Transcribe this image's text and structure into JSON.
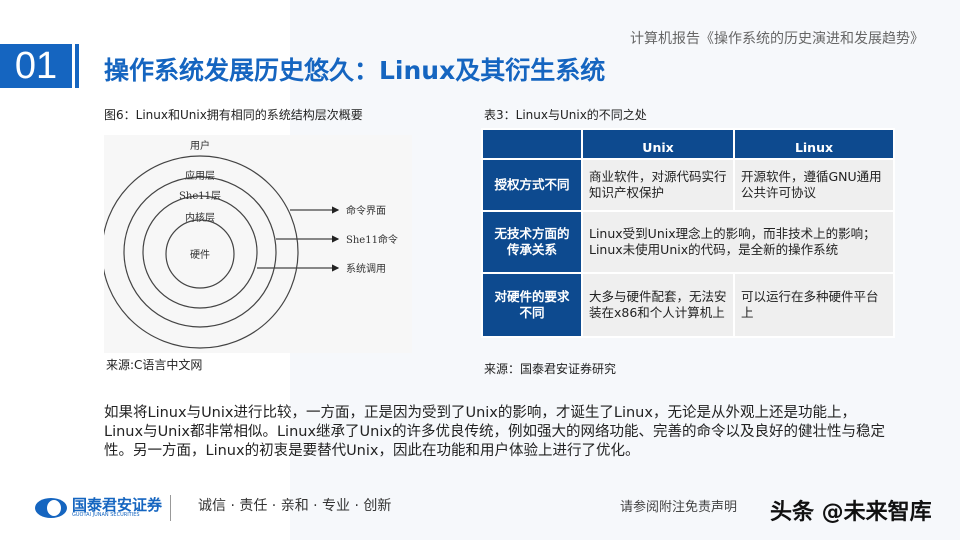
{
  "header": {
    "section_number": "01",
    "title": "操作系统发展历史悠久：Linux及其衍生系统",
    "report_name": "计算机报告《操作系统的历史演进和发展趋势》"
  },
  "figure": {
    "caption": "图6：Linux和Unix拥有相同的系统结构层次概要",
    "layers": [
      "用户",
      "应用层",
      "She11层",
      "内核层",
      "硬件"
    ],
    "interfaces": [
      "命令界面",
      "She11命令",
      "系统调用"
    ],
    "source": "来源:C语言中文网"
  },
  "table": {
    "caption": "表3：Linux与Unix的不同之处",
    "headers": [
      "",
      "Unix",
      "Linux"
    ],
    "rows": [
      {
        "label": "授权方式不同",
        "unix": "商业软件，对源代码实行知识产权保护",
        "linux": "开源软件，遵循GNU通用公共许可协议"
      },
      {
        "label": "无技术方面的传承关系",
        "merged": "Linux受到Unix理念上的影响，而非技术上的影响；Linux未使用Unix的代码，是全新的操作系统"
      },
      {
        "label": "对硬件的要求不同",
        "unix": "大多与硬件配套，无法安装在x86和个人计算机上",
        "linux": " 可以运行在多种硬件平台上"
      }
    ],
    "source": "来源：国泰君安证券研究"
  },
  "body_text": "如果将Linux与Unix进行比较，一方面，正是因为受到了Unix的影响，才诞生了Linux，无论是从外观上还是功能上，Linux与Unix都非常相似。Linux继承了Unix的许多优良传统，例如强大的网络功能、完善的命令以及良好的健壮性与稳定性。另一方面，Linux的初衷是要替代Unix，因此在功能和用户体验上进行了优化。",
  "footer": {
    "logo_cn": "国泰君安证券",
    "logo_en": "GUOTAI JUNAN SECURITIES",
    "slogan": "诚信 · 责任 · 亲和 · 专业 · 创新",
    "disclaimer": "请参阅附注免责声明",
    "watermark": "头条 @未来智库"
  },
  "colors": {
    "brand": "#1565c0",
    "table_header": "#0d4a8f"
  }
}
